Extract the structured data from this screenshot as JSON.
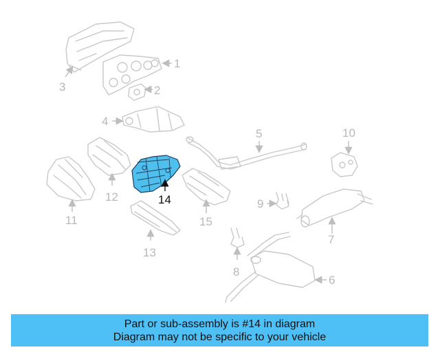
{
  "diagram": {
    "callouts": {
      "c1": "1",
      "c2": "2",
      "c3": "3",
      "c4": "4",
      "c5": "5",
      "c6": "6",
      "c7": "7",
      "c8": "8",
      "c9": "9",
      "c10": "10",
      "c11": "11",
      "c12": "12",
      "c13": "13",
      "c14": "14",
      "c15": "15"
    },
    "highlighted_part": "14",
    "highlight_color": "#4fbfee",
    "part_line_color": "#c8c8c8"
  },
  "banner": {
    "line1": "Part or sub-assembly is #14 in diagram",
    "line2": "Diagram may not be specific to your vehicle",
    "color": "#4fc0f6"
  }
}
